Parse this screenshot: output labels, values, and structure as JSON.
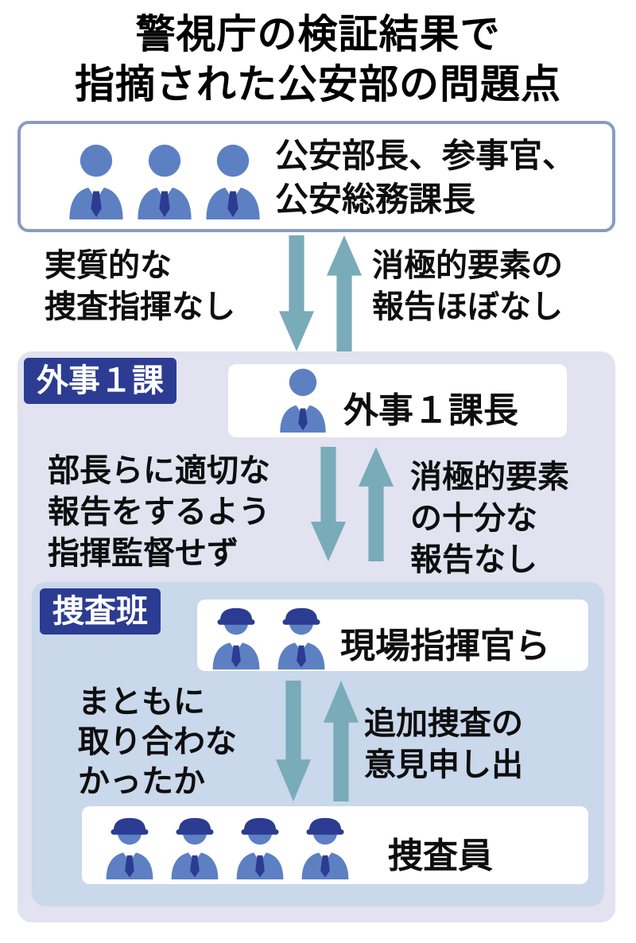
{
  "title": {
    "line1": "警視庁の検証結果で",
    "line2": "指摘された公安部の問題点"
  },
  "top_box": {
    "line1": "公安部長、参事官、",
    "line2": "公安総務課長"
  },
  "flow1": {
    "left": [
      "実質的な",
      "捜査指揮なし"
    ],
    "right": [
      "消極的要素の",
      "報告ほぼなし"
    ]
  },
  "gaiji": {
    "label": "外事１課",
    "chief_title": "外事１課長"
  },
  "flow2": {
    "left": [
      "部長らに適切な",
      "報告をするよう",
      "指揮監督せず"
    ],
    "right": [
      "消極的要素",
      "の十分な",
      "報告なし"
    ]
  },
  "sousa": {
    "label": "捜査班",
    "commander_title": "現場指揮官ら",
    "member_title": "捜査員"
  },
  "flow3": {
    "left": [
      "まともに",
      "取り合わな",
      "かったか"
    ],
    "right": [
      "追加捜査の",
      "意見申し出"
    ]
  },
  "icons": {
    "executive": "person-icon",
    "officer": "police-officer-icon",
    "down": "down-arrow-icon",
    "up": "up-arrow-icon"
  },
  "colors": {
    "person_blue": "#5d80c3",
    "navy": "#2b3c92",
    "arrow_teal": "#79abb9",
    "outer_box_bg": "#e2e2f0",
    "inner_box_bg": "#c9d8eb",
    "top_box_border": "#8a9bc3"
  }
}
